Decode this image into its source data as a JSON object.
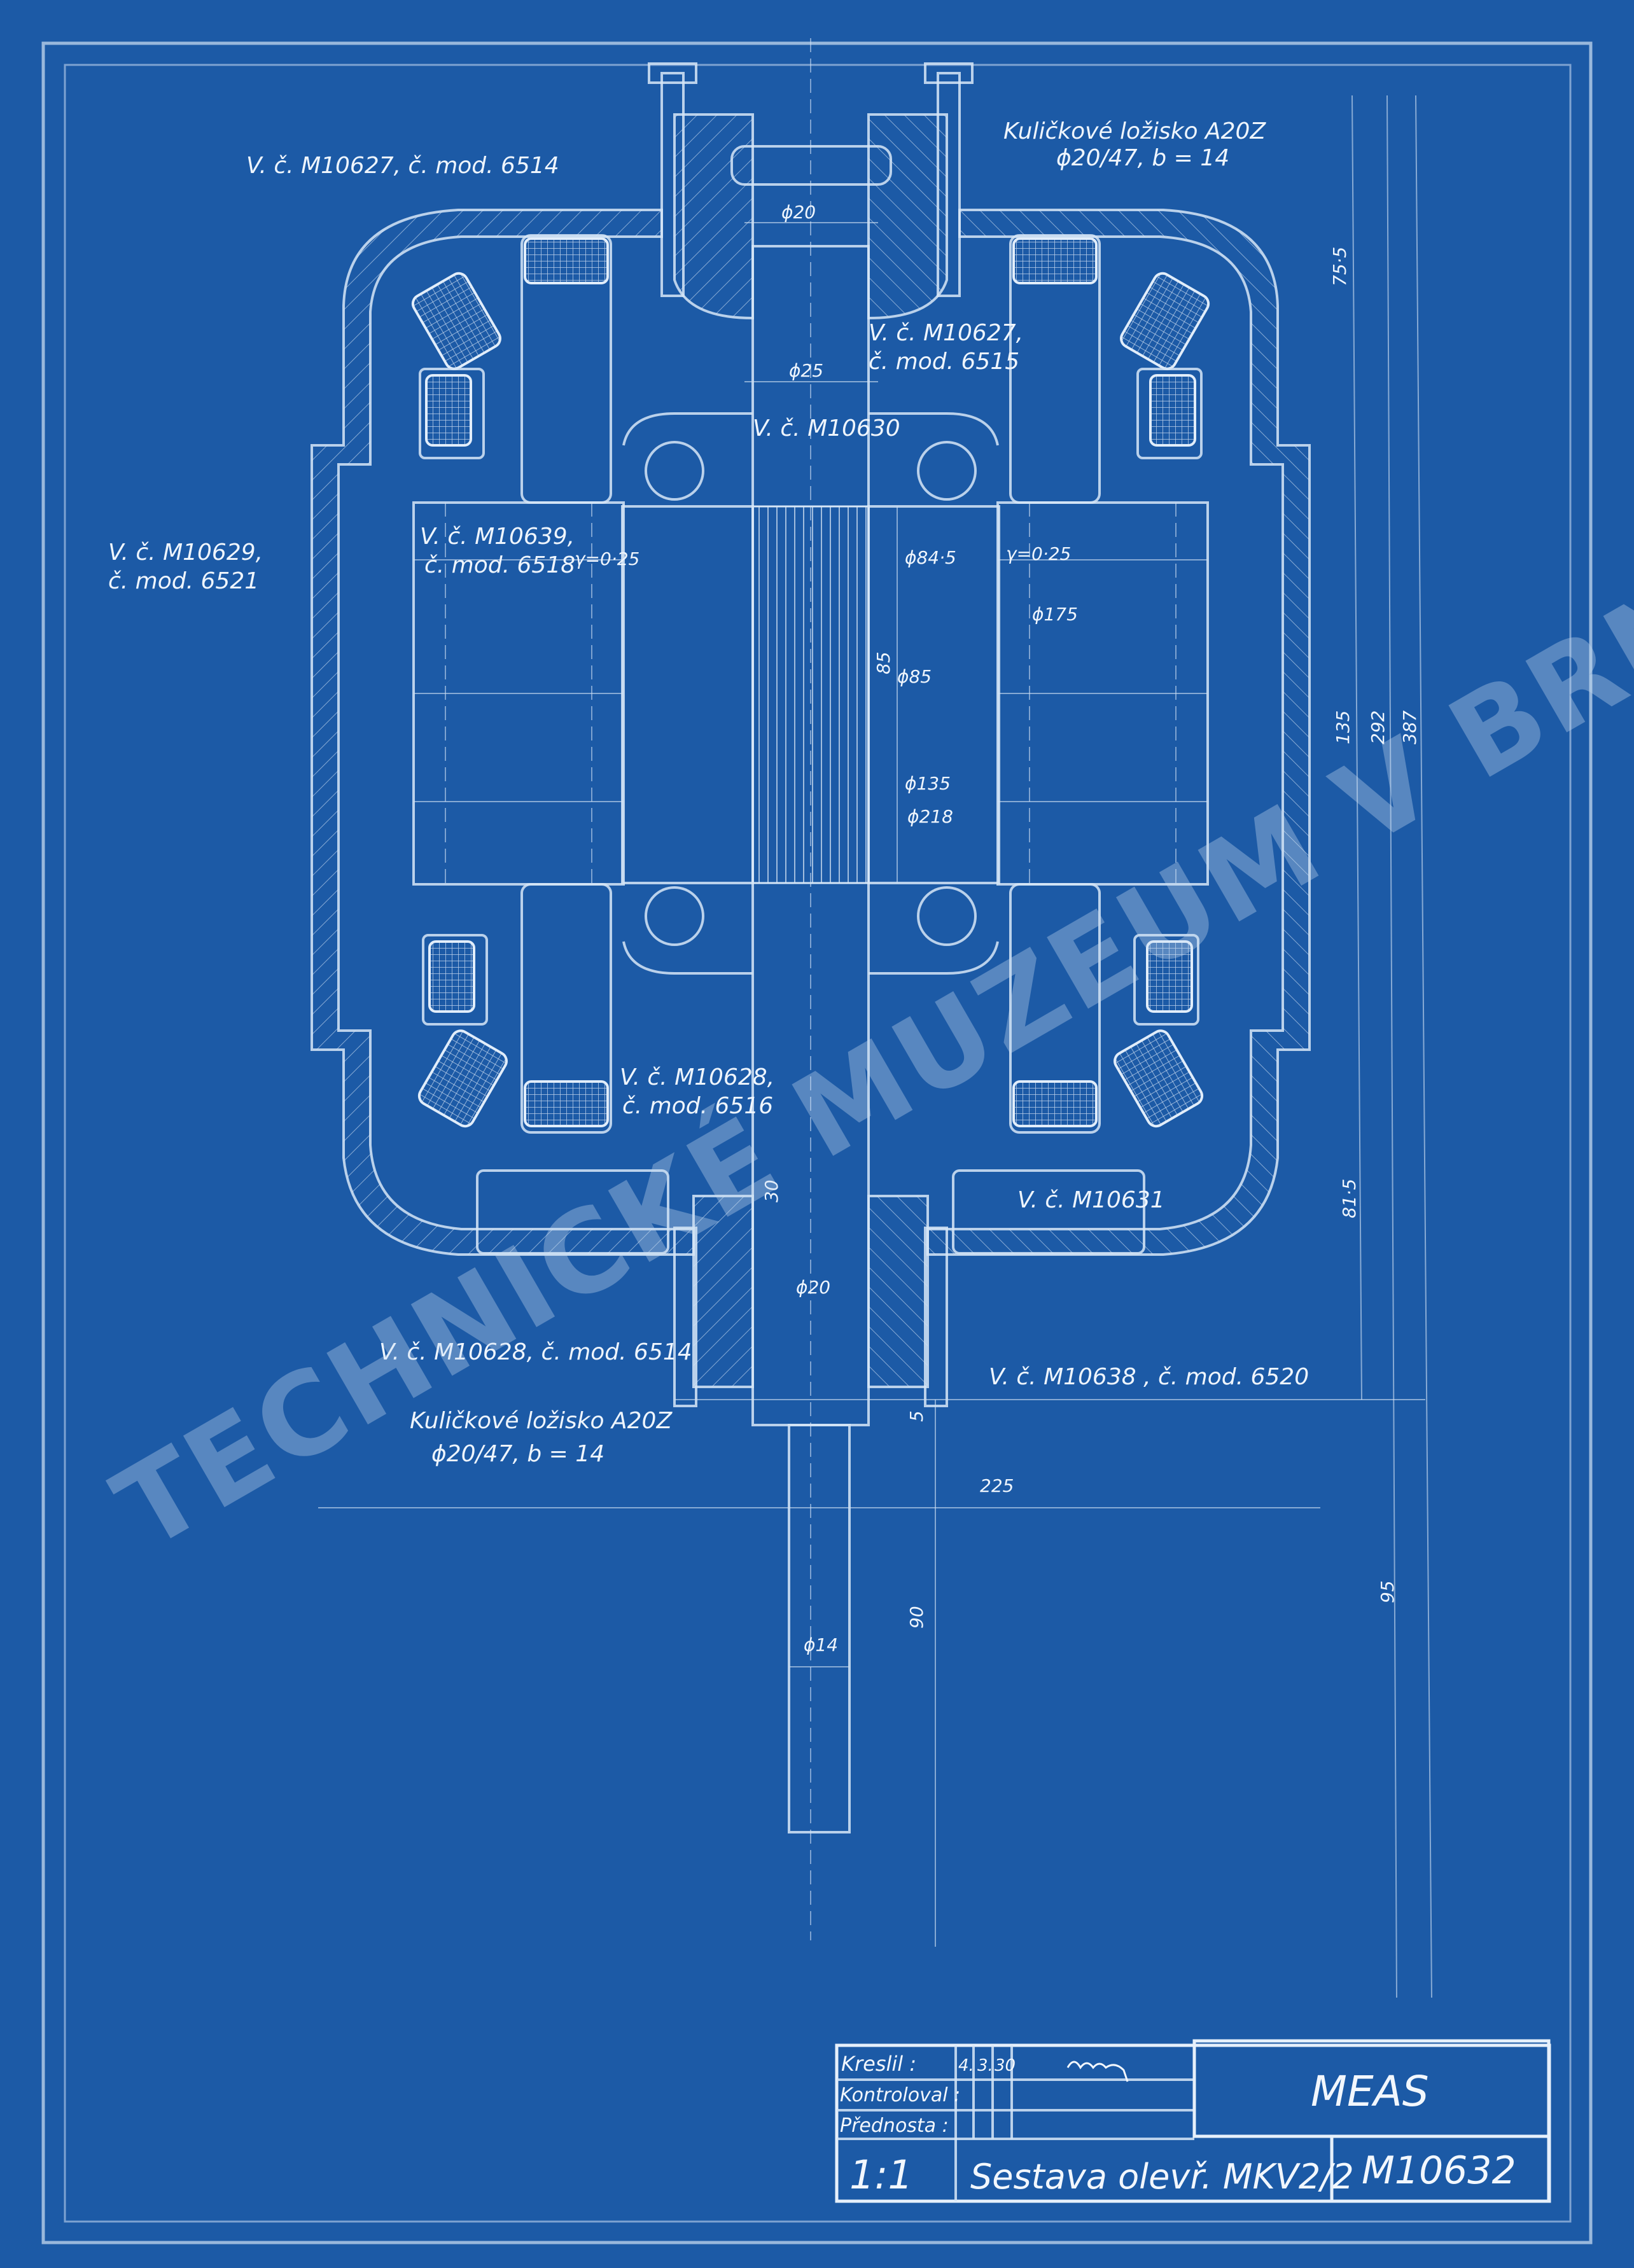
{
  "drawing": {
    "colors": {
      "paper": "#1c5aa6",
      "lines": "#d6e6f7"
    },
    "labels": {
      "top_cover": "V. č. M10627, č. mod. 6514",
      "top_bearing_1": "Kuličkové  ložisko A20Z",
      "top_bearing_2": "ϕ20/47, b = 14",
      "top_shaft_dia": "ϕ20",
      "top_inner_cap_1": "V. č. M10627,",
      "top_inner_cap_2": "č. mod. 6515",
      "shaft_dia_25": "ϕ25",
      "shaft": "V. č. M10630",
      "housing_1": "V. č. M10629,",
      "housing_2": "č. mod. 6521",
      "stator_1": "V. č. M10639,",
      "stator_2": "č. mod. 6518",
      "gap_left": "γ=0·25",
      "gap_right": "γ=0·25",
      "dia_84_5": "ϕ84·5",
      "dia_175": "ϕ175",
      "len_85": "85",
      "dia_85": "ϕ85",
      "dia_135": "ϕ135",
      "dia_218": "ϕ218",
      "bottom_cap_1": "V. č. M10628,",
      "bottom_cap_2": "č. mod. 6516",
      "len_30": "30",
      "part_10631": "V. č. M10631",
      "bottom_shaft_dia": "ϕ20",
      "bottom_cover": "V. č. M10628, č. mod. 6514",
      "bottom_inner": "V. č.  M10638 ,  č. mod. 6520",
      "bottom_bearing_1": "Kuličkové  ložisko A20Z",
      "bottom_bearing_2": "ϕ20/47, b = 14",
      "len_5": "5",
      "len_225": "225",
      "len_90": "90",
      "dia_14": "ϕ14"
    },
    "right_dimensions": {
      "d75_5": "75·5",
      "d135": "135",
      "d292": "292",
      "d387": "387",
      "d81_5": "81·5",
      "d95": "95"
    },
    "watermark": "TECHNICKÉ MUZEUM V BRNĚ"
  },
  "title_block": {
    "drawn_label": "Kreslil :",
    "drawn_day": "4.",
    "drawn_month": "3.",
    "drawn_year": "30",
    "checked_label": "Kontroloval :",
    "chief_label": "Přednosta :",
    "company": "MEAS",
    "scale": "1:1",
    "title": "Sestava olevř. MKV2/2",
    "drawing_number": "M10632"
  }
}
